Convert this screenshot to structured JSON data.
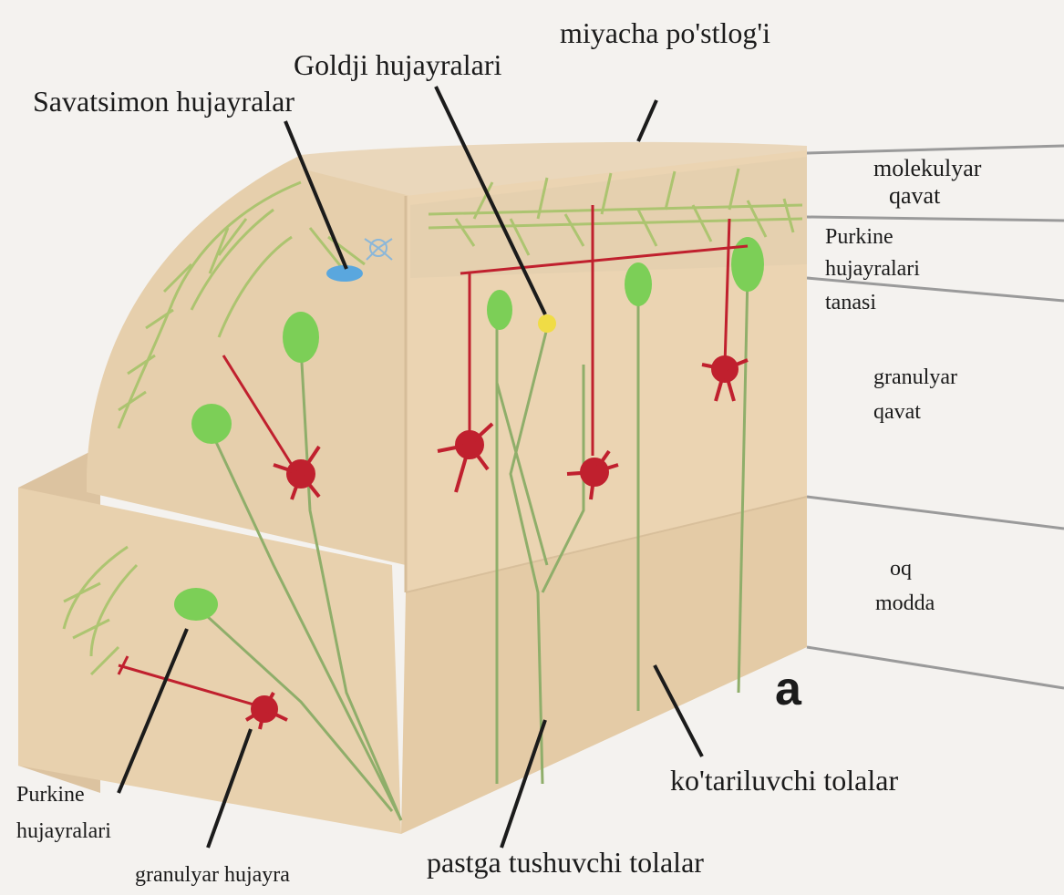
{
  "labels": {
    "cortex": "miyacha po'stlog'i",
    "golgi": "Goldji hujayralari",
    "basket": "Savatsimon hujayralar",
    "molecular_line1": "molekulyar",
    "molecular_line2": "qavat",
    "purkinje_body_line1": "Purkine",
    "purkinje_body_line2": "hujayralari",
    "purkinje_body_line3": "tanasi",
    "granular_line1": "granulyar",
    "granular_line2": "qavat",
    "white_line1": "oq",
    "white_line2": "modda",
    "figure_letter": "a",
    "climbing": "ko'tariluvchi tolalar",
    "purkinje_cells_line1": "Purkine",
    "purkinje_cells_line2": "hujayralari",
    "granule_cell": "granulyar hujayra",
    "descending": "pastga tushuvchi tolalar"
  },
  "colors": {
    "tissue": "#e9d3b3",
    "tissue_shadow": "#dcc3a0",
    "tissue_edge": "#d6bd99",
    "purkinje": "#7ccf57",
    "dendrites": "#a6c36a",
    "granule": "#c0202e",
    "golgi": "#f0dc45",
    "basket": "#5aa7de",
    "leader": "#1b1b1b"
  }
}
